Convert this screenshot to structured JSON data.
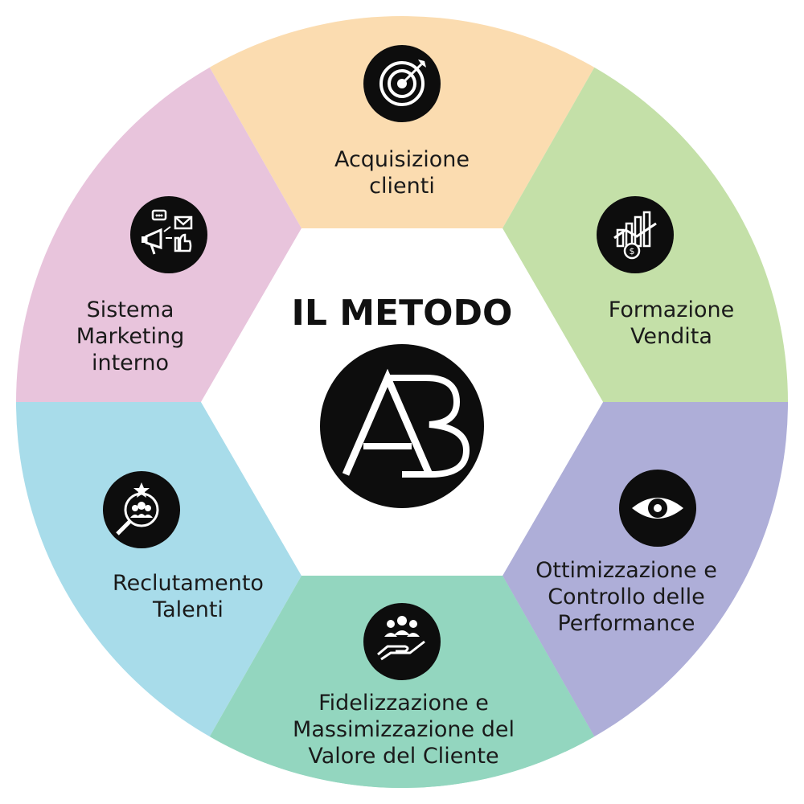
{
  "center": {
    "title": "IL METODO",
    "logo": "AB"
  },
  "segments": [
    {
      "key": "acquisizione",
      "lines": [
        "Acquisizione",
        "clienti"
      ],
      "color": "#fbdcb0",
      "icon": "target-icon"
    },
    {
      "key": "formazione",
      "lines": [
        "Formazione",
        "Vendita"
      ],
      "color": "#c4e0a8",
      "icon": "growth-chart-icon"
    },
    {
      "key": "ottimizzazione",
      "lines": [
        "Ottimizzazione e",
        "Controllo delle",
        "Performance"
      ],
      "color": "#aeaed8",
      "icon": "eye-icon"
    },
    {
      "key": "fidelizzazione",
      "lines": [
        "Fidelizzazione e",
        "Massimizzazione del",
        "Valore del Cliente"
      ],
      "color": "#93d6bf",
      "icon": "team-hand-icon"
    },
    {
      "key": "reclutamento",
      "lines": [
        "Reclutamento",
        "Talenti"
      ],
      "color": "#a8dcea",
      "icon": "talent-search-icon"
    },
    {
      "key": "marketing",
      "lines": [
        "Sistema",
        "Marketing",
        "interno"
      ],
      "color": "#e8c4dc",
      "icon": "marketing-icon"
    }
  ]
}
